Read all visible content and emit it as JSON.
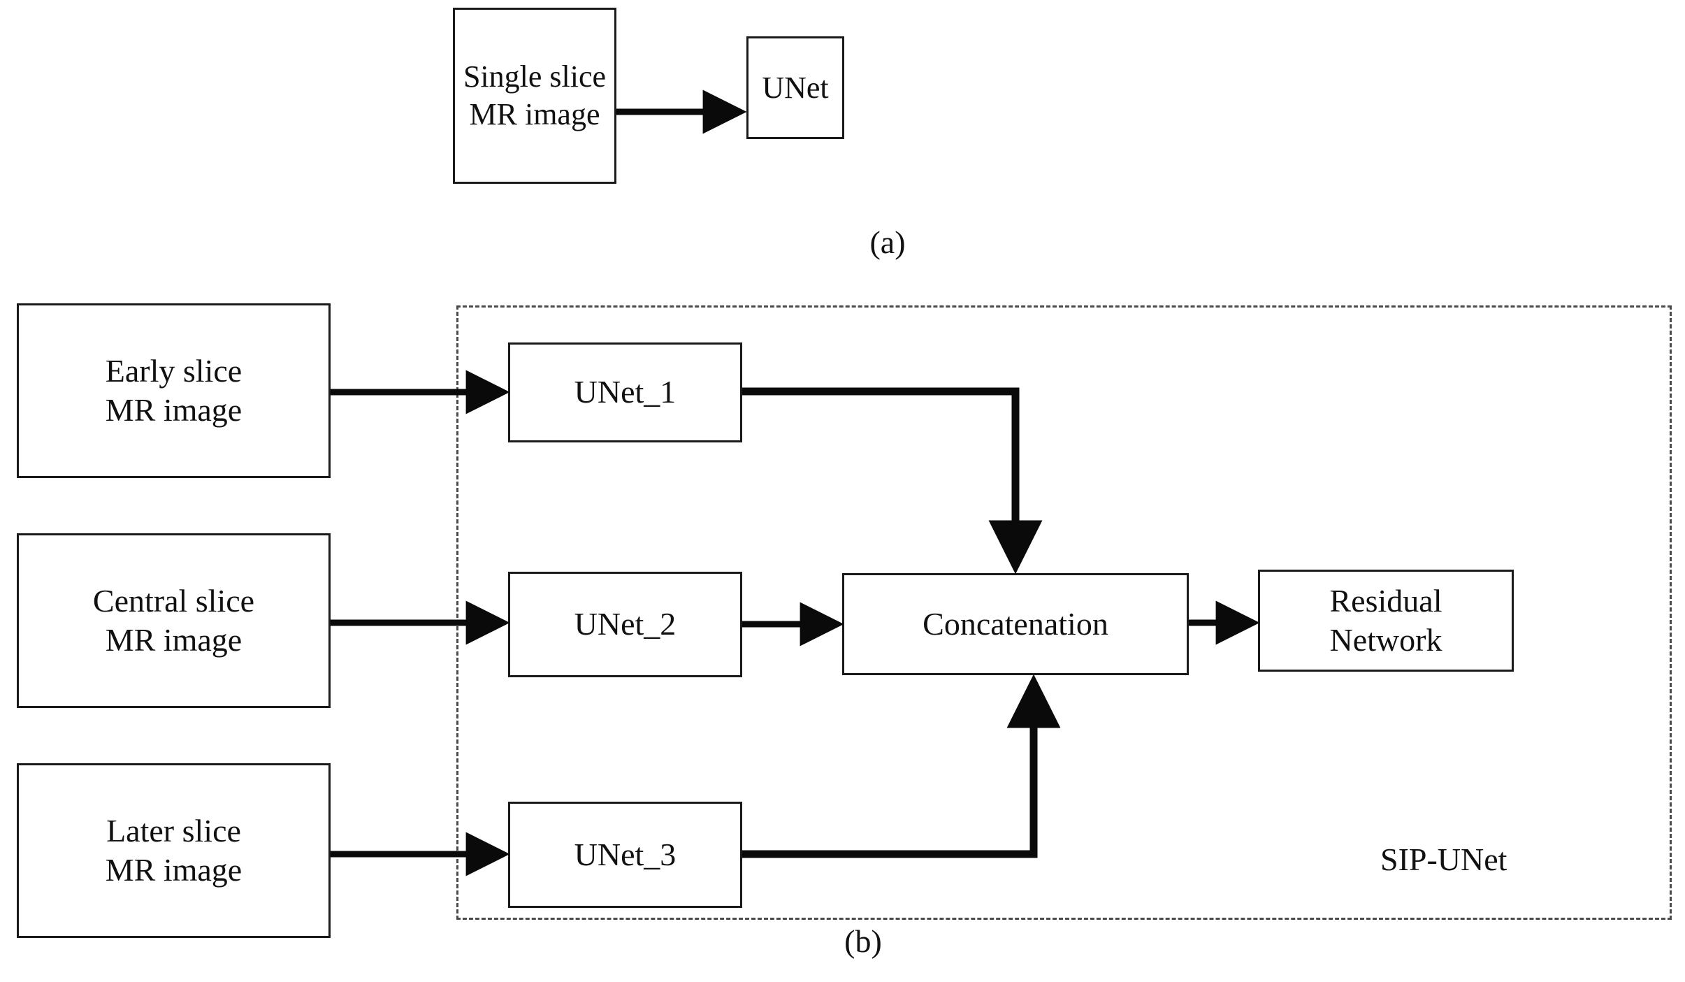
{
  "figure": {
    "type": "flow-diagram",
    "background_color": "#ffffff",
    "line_color": "#0a0a0a",
    "box_border_color": "#1a1a1a",
    "dashed_border_color": "#4a4a4a"
  },
  "panel_a": {
    "label": "(a)",
    "nodes": [
      {
        "id": "single-slice-mr-image",
        "text": "Single slice\nMR image"
      },
      {
        "id": "unet",
        "text": "UNet"
      }
    ],
    "edges": [
      {
        "from": "single-slice-mr-image",
        "to": "unet",
        "style": "straight-arrow"
      }
    ]
  },
  "panel_b": {
    "label": "(b)",
    "group_label": "SIP-UNet",
    "inputs": [
      {
        "id": "early-slice-mr-image",
        "text": "Early slice\nMR image"
      },
      {
        "id": "central-slice-mr-image",
        "text": "Central slice\nMR image"
      },
      {
        "id": "later-slice-mr-image",
        "text": "Later slice\nMR image"
      }
    ],
    "unets": [
      {
        "id": "unet-1",
        "text": "UNet_1"
      },
      {
        "id": "unet-2",
        "text": "UNet_2"
      },
      {
        "id": "unet-3",
        "text": "UNet_3"
      }
    ],
    "concatenation": {
      "id": "concatenation",
      "text": "Concatenation"
    },
    "residual_network": {
      "id": "residual-network",
      "text": "Residual\nNetwork"
    },
    "edges": [
      {
        "from": "early-slice-mr-image",
        "to": "unet-1",
        "style": "straight-arrow"
      },
      {
        "from": "central-slice-mr-image",
        "to": "unet-2",
        "style": "straight-arrow"
      },
      {
        "from": "later-slice-mr-image",
        "to": "unet-3",
        "style": "straight-arrow"
      },
      {
        "from": "unet-1",
        "to": "concatenation",
        "style": "elbow-arrow-down"
      },
      {
        "from": "unet-2",
        "to": "concatenation",
        "style": "straight-arrow"
      },
      {
        "from": "unet-3",
        "to": "concatenation",
        "style": "elbow-arrow-up"
      },
      {
        "from": "concatenation",
        "to": "residual-network",
        "style": "straight-arrow"
      }
    ]
  }
}
